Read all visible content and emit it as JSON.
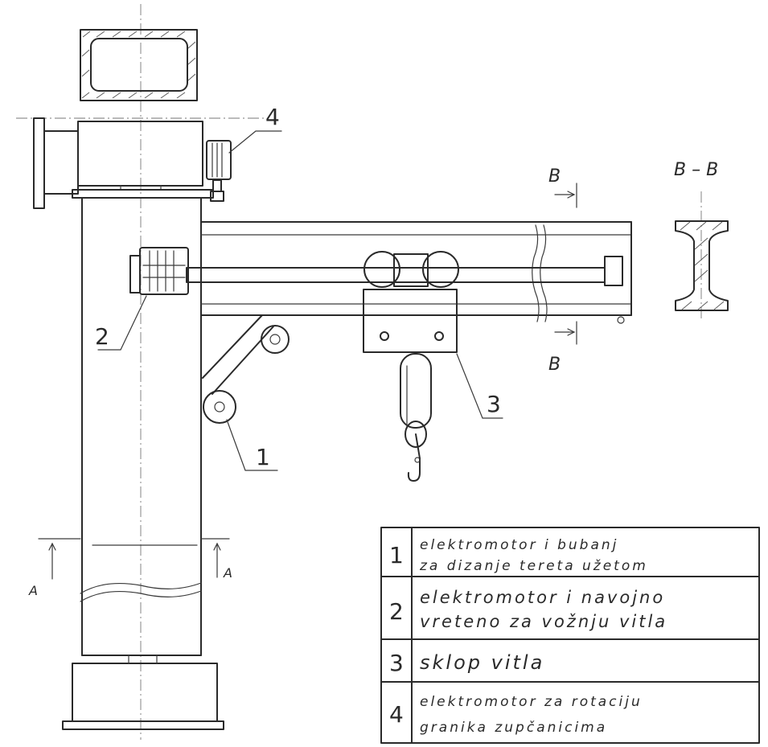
{
  "callouts": {
    "c1": "1",
    "c2": "2",
    "c3": "3",
    "c4": "4"
  },
  "section_labels": {
    "bb_title": "B – B",
    "b_top": "B",
    "b_bottom": "B",
    "a_left": "A",
    "a_right": "A"
  },
  "legend": [
    {
      "number": "1",
      "line1": "elektromotor i bubanj",
      "line2": "za dizanje tereta užetom"
    },
    {
      "number": "2",
      "line1": "elektromotor i navojno",
      "line2": "vreteno za vožnju vitla"
    },
    {
      "number": "3",
      "line1": "sklop vitla",
      "line2": ""
    },
    {
      "number": "4",
      "line1": "elektromotor za rotaciju",
      "line2": "granika zupčanicima"
    }
  ]
}
